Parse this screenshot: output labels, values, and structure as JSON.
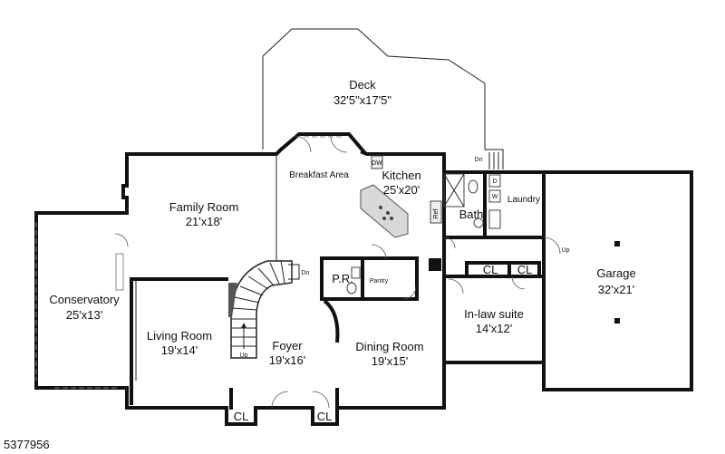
{
  "rooms": {
    "deck": {
      "name": "Deck",
      "size": "32'5\"x17'5\""
    },
    "breakfast": {
      "name": "Breakfast Area"
    },
    "kitchen": {
      "name": "Kitchen",
      "size": "25'x20'"
    },
    "family": {
      "name": "Family Room",
      "size": "21'x18'"
    },
    "conservatory": {
      "name": "Conservatory",
      "size": "25'x13'"
    },
    "living": {
      "name": "Living Room",
      "size": "19'x14'"
    },
    "foyer": {
      "name": "Foyer",
      "size": "19'x16'"
    },
    "dining": {
      "name": "Dining Room",
      "size": "19'x15'"
    },
    "inlaw": {
      "name": "In-law suite",
      "size": "14'x12'"
    },
    "garage": {
      "name": "Garage",
      "size": "32'x21'"
    },
    "bath": {
      "name": "Bath"
    },
    "laundry": {
      "name": "Laundry"
    },
    "powder": {
      "name": "P.R."
    },
    "pantry": {
      "name": "Pantry"
    }
  },
  "labels": {
    "closet": "CL",
    "down": "Dn",
    "up": "Up",
    "dishwasher": "DW",
    "refrigerator": "Ref",
    "washer": "W",
    "dryer": "D"
  },
  "listing_id": "5377956"
}
